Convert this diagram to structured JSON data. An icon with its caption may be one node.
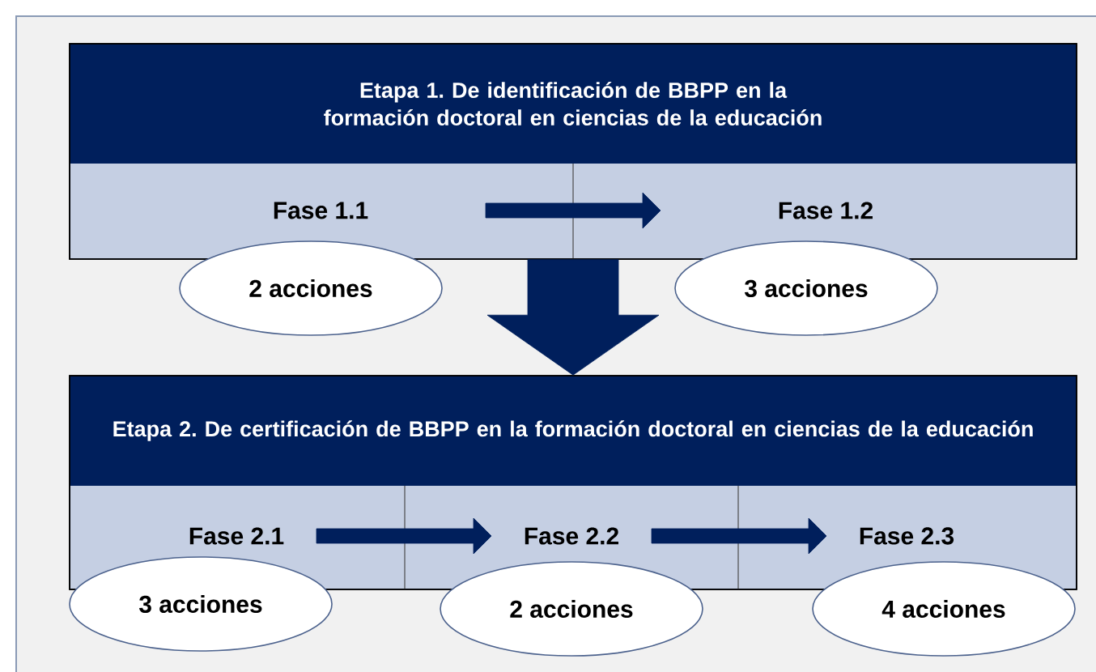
{
  "diagram": {
    "nodes": [
      {
        "text": [
          "Etapa 1. De identificación de BBPP en la formación doctoral en ciencias de la educación"
        ]
      },
      {
        "text": [
          "Fase 1.1"
        ],
        "in": 0
      },
      {
        "text": [
          "Fase 1.2"
        ],
        "in": 0
      },
      {
        "text": [
          "2 acciones"
        ]
      },
      {
        "text": [
          "3 acciones"
        ]
      },
      {
        "text": [
          "Etapa 2. De certificación de BBPP en la formación doctoral en ciencias de la educación"
        ]
      },
      {
        "text": [
          "Fase 2.1"
        ],
        "in": 5
      },
      {
        "text": [
          "Fase 2.2"
        ],
        "in": 5
      },
      {
        "text": [
          "Fase 2.3"
        ],
        "in": 5
      },
      {
        "text": [
          "3 acciones"
        ]
      },
      {
        "text": [
          "2 acciones"
        ]
      },
      {
        "text": [
          "4 acciones"
        ]
      }
    ],
    "edges": [
      {
        "from": 1,
        "to": 2,
        "arrow": "to"
      },
      {
        "from": 0,
        "to": 5,
        "arrow": "to"
      },
      {
        "from": 6,
        "to": 7,
        "arrow": "to"
      },
      {
        "from": 7,
        "to": 8,
        "arrow": "to"
      }
    ]
  }
}
